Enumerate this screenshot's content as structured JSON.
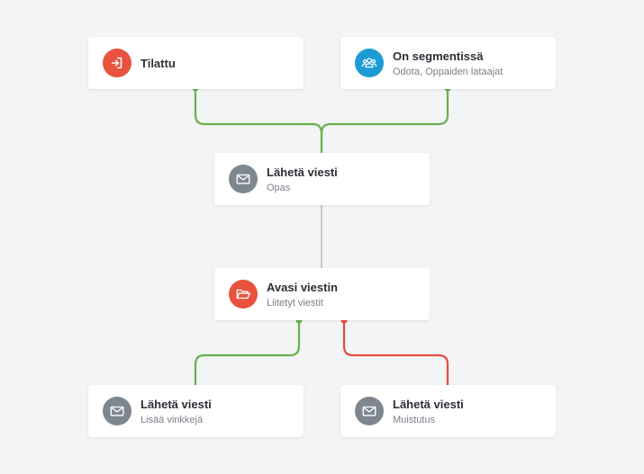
{
  "colors": {
    "green": "#6ab04c",
    "red": "#e74c3c",
    "gray_line": "#c8c8c8",
    "icon_red": "#e8523f",
    "icon_blue": "#1c9bd4",
    "icon_gray": "#7e8790"
  },
  "nodes": {
    "subscribed": {
      "title": "Tilattu",
      "icon": "login-icon"
    },
    "in_segment": {
      "title": "On segmentissä",
      "subtitle": "Odota, Oppaiden lataajat",
      "icon": "users-icon"
    },
    "send_guide": {
      "title": "Lähetä viesti",
      "subtitle": "Opas",
      "icon": "mail-icon"
    },
    "opened": {
      "title": "Avasi viestin",
      "subtitle": "Liitetyt viestit",
      "icon": "folder-open-icon"
    },
    "send_tips": {
      "title": "Lähetä viesti",
      "subtitle": "Lisää vinkkejä",
      "icon": "mail-icon"
    },
    "send_reminder": {
      "title": "Lähetä viesti",
      "subtitle": "Muistutus",
      "icon": "mail-icon"
    }
  }
}
